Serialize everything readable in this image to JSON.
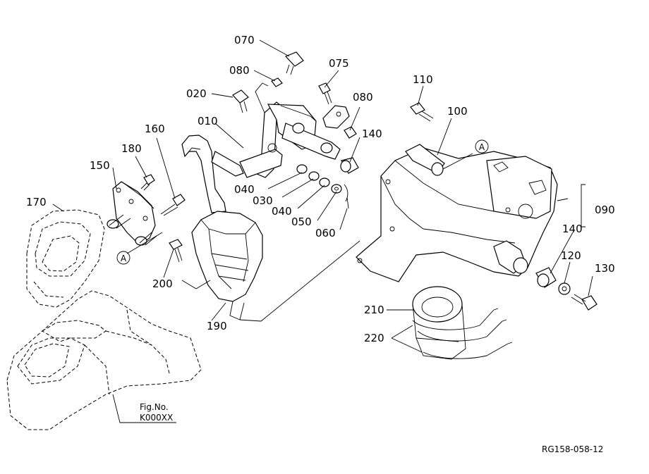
{
  "callouts": {
    "p070": "070",
    "p080a": "080",
    "p075": "075",
    "p020": "020",
    "p080b": "080",
    "p110": "110",
    "p010": "010",
    "p100": "100",
    "p160": "160",
    "p180": "180",
    "p140a": "140",
    "p150": "150",
    "p040a": "040",
    "p030": "030",
    "p040b": "040",
    "p050": "050",
    "p060": "060",
    "p170": "170",
    "p090": "090",
    "p140b": "140",
    "p200": "200",
    "p120": "120",
    "p130": "130",
    "p190": "190",
    "p210": "210",
    "p220": "220"
  },
  "markers": {
    "a1": "A",
    "a2": "A"
  },
  "figref": {
    "label": "Fig.No.",
    "code": "K000XX"
  },
  "drawing_code": "RG158-058-12"
}
